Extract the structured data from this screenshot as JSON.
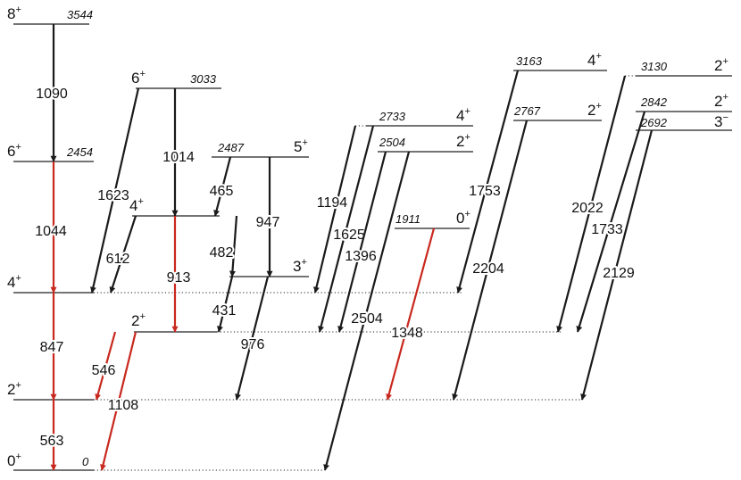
{
  "colors": {
    "black": "#1a1a1a",
    "red": "#c8281e",
    "background": "#ffffff"
  },
  "levels": [
    {
      "id": "g0",
      "spin": "0",
      "parity": "+",
      "energy": "0"
    },
    {
      "id": "g2",
      "spin": "2",
      "parity": "+",
      "energy": ""
    },
    {
      "id": "g4",
      "spin": "4",
      "parity": "+",
      "energy": ""
    },
    {
      "id": "g6",
      "spin": "6",
      "parity": "+",
      "energy": "2454"
    },
    {
      "id": "g8",
      "spin": "8",
      "parity": "+",
      "energy": "3544"
    },
    {
      "id": "b2",
      "spin": "2",
      "parity": "+",
      "energy": ""
    },
    {
      "id": "b4",
      "spin": "4",
      "parity": "+",
      "energy": ""
    },
    {
      "id": "b6",
      "spin": "6",
      "parity": "+",
      "energy": "3033"
    },
    {
      "id": "c3",
      "spin": "3",
      "parity": "+",
      "energy": ""
    },
    {
      "id": "c5",
      "spin": "5",
      "parity": "+",
      "energy": "2487"
    },
    {
      "id": "d4",
      "spin": "4",
      "parity": "+",
      "energy": "2733"
    },
    {
      "id": "d2",
      "spin": "2",
      "parity": "+",
      "energy": "2504"
    },
    {
      "id": "e0",
      "spin": "0",
      "parity": "+",
      "energy": "1911"
    },
    {
      "id": "f4",
      "spin": "4",
      "parity": "+",
      "energy": "3163"
    },
    {
      "id": "f2",
      "spin": "2",
      "parity": "+",
      "energy": "2767"
    },
    {
      "id": "h2a",
      "spin": "2",
      "parity": "+",
      "energy": "3130"
    },
    {
      "id": "h2b",
      "spin": "2",
      "parity": "+",
      "energy": "2842"
    },
    {
      "id": "h3",
      "spin": "3",
      "parity": "−",
      "energy": "2692"
    }
  ],
  "transitions": [
    {
      "label": "1090",
      "color": "black"
    },
    {
      "label": "1044",
      "color": "red"
    },
    {
      "label": "847",
      "color": "red"
    },
    {
      "label": "563",
      "color": "red"
    },
    {
      "label": "1623",
      "color": "black"
    },
    {
      "label": "1014",
      "color": "black"
    },
    {
      "label": "612",
      "color": "black"
    },
    {
      "label": "913",
      "color": "red"
    },
    {
      "label": "546",
      "color": "red"
    },
    {
      "label": "1108",
      "color": "red"
    },
    {
      "label": "465",
      "color": "black"
    },
    {
      "label": "947",
      "color": "black"
    },
    {
      "label": "482",
      "color": "black"
    },
    {
      "label": "431",
      "color": "black"
    },
    {
      "label": "976",
      "color": "black"
    },
    {
      "label": "1194",
      "color": "black"
    },
    {
      "label": "1625",
      "color": "black"
    },
    {
      "label": "1396",
      "color": "black"
    },
    {
      "label": "2504",
      "color": "black"
    },
    {
      "label": "1348",
      "color": "red"
    },
    {
      "label": "1753",
      "color": "black"
    },
    {
      "label": "2204",
      "color": "black"
    },
    {
      "label": "2022",
      "color": "black"
    },
    {
      "label": "1733",
      "color": "black"
    },
    {
      "label": "2129",
      "color": "black"
    }
  ]
}
